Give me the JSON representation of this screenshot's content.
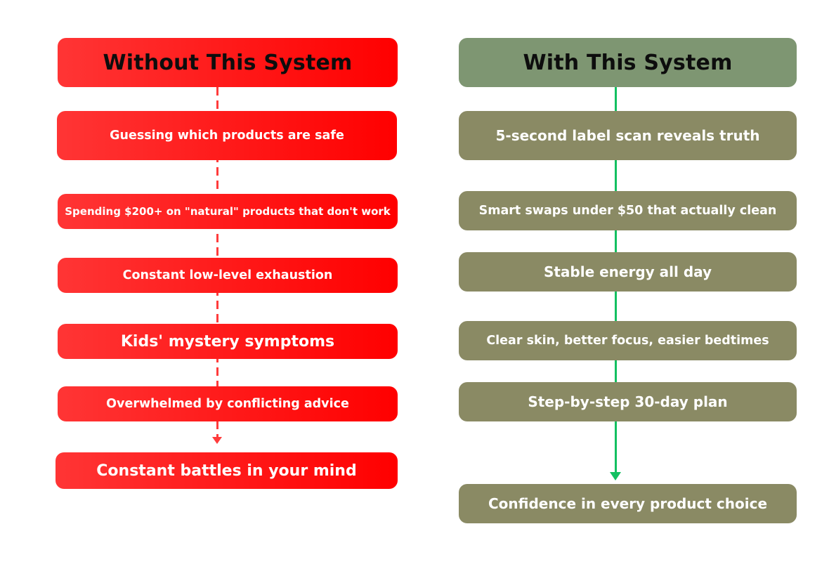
{
  "colors": {
    "without_box": "#ff2020",
    "without_connector": "#ff3b3b",
    "with_header": "#7e9672",
    "with_box": "#8a8a64",
    "with_connector": "#13c061"
  },
  "without": {
    "title": "Without This System",
    "items": [
      "Guessing which products are safe",
      "Spending $200+ on \"natural\" products that don't work",
      "Constant low-level exhaustion",
      "Kids' mystery symptoms",
      "Overwhelmed by conflicting advice"
    ],
    "outcome": "Constant battles in your mind"
  },
  "with": {
    "title": "With This System",
    "items": [
      "5-second label scan reveals truth",
      "Smart swaps under $50 that actually clean",
      "Stable energy all day",
      "Clear skin, better focus, easier bedtimes",
      "Step-by-step 30-day plan"
    ],
    "outcome": "Confidence in every product choice"
  }
}
